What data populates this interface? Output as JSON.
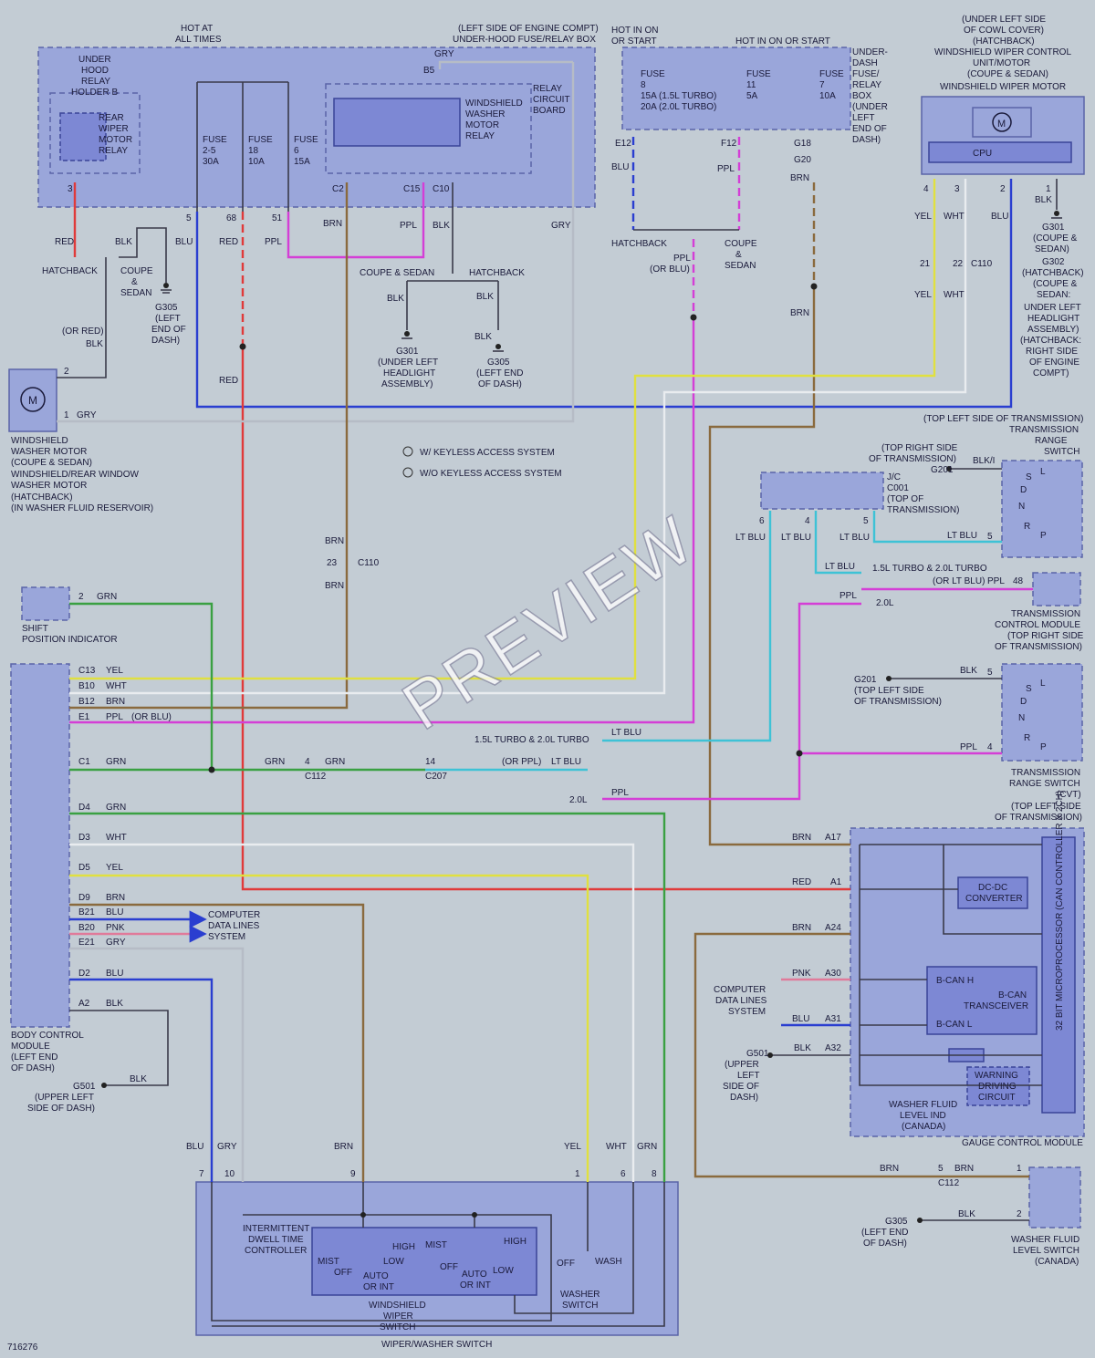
{
  "watermark": "PREVIEW",
  "diagram_id": "716276",
  "colors": {
    "RED": "#e03a3a",
    "BLK": "#3a3a4a",
    "BLU": "#2a3ed0",
    "GRY": "#b6bcc6",
    "PPL": "#d43ed6",
    "BRN": "#8a6a3e",
    "YEL": "#e0e040",
    "WHT": "#e9ecef",
    "GRN": "#3aa042",
    "LTBLU": "#3ec2d6",
    "PNK": "#e07a9a"
  },
  "labels": {
    "hot_at_all_times": "HOT AT",
    "hot_at_all_times_2": "ALL TIMES",
    "hot_in_on_or_start_1": "HOT IN ON",
    "hot_in_on_or_start_1b": "OR START",
    "hot_in_on_or_start_2": "HOT IN ON OR START",
    "under_hood_box_1": "(LEFT SIDE OF ENGINE COMPT)",
    "under_hood_box_2": "UNDER-HOOD FUSE/RELAY BOX",
    "relay_holder_1": "UNDER",
    "relay_holder_2": "HOOD",
    "relay_holder_3": "RELAY",
    "relay_holder_4": "HOLDER B",
    "rear_relay_1": "REAR",
    "rear_relay_2": "WIPER",
    "rear_relay_3": "MOTOR",
    "rear_relay_4": "RELAY",
    "relay_board_1": "RELAY",
    "relay_board_2": "CIRCUIT",
    "relay_board_3": "BOARD",
    "washer_relay_1": "WINDSHIELD",
    "washer_relay_2": "WASHER",
    "washer_relay_3": "MOTOR",
    "washer_relay_4": "RELAY",
    "fuse_2_5": "FUSE",
    "fuse_2_5b": "2-5",
    "fuse_2_5c": "30A",
    "fuse_18": "FUSE",
    "fuse_18b": "18",
    "fuse_18c": "10A",
    "fuse_6": "FUSE",
    "fuse_6b": "6",
    "fuse_6c": "15A",
    "fuse_8": "FUSE",
    "fuse_8b": "8",
    "fuse_8c": "15A  (1.5L TURBO)",
    "fuse_8d": "20A  (2.0L TURBO)",
    "fuse_11": "FUSE",
    "fuse_11b": "11",
    "fuse_11c": "5A",
    "fuse_7": "FUSE",
    "fuse_7b": "7",
    "fuse_7c": "10A",
    "underdash_1": "UNDER-",
    "underdash_2": "DASH",
    "underdash_3": "FUSE/",
    "underdash_4": "RELAY",
    "underdash_5": "BOX",
    "underdash_6": "(UNDER",
    "underdash_7": "LEFT",
    "underdash_8": "END OF",
    "underdash_9": "DASH)",
    "wiper_unit_1": "(UNDER LEFT SIDE",
    "wiper_unit_2": "OF COWL COVER)",
    "wiper_unit_3": "(HATCHBACK)",
    "wiper_unit_4": "WINDSHIELD WIPER CONTROL",
    "wiper_unit_5": "UNIT/MOTOR",
    "wiper_unit_6": "(COUPE & SEDAN)",
    "wiper_unit_7": "WINDSHIELD WIPER MOTOR",
    "cpu": "CPU",
    "g301_right_1": "G301",
    "g301_right_2": "(COUPE &",
    "g301_right_3": "SEDAN)",
    "g302_1": "G302",
    "g302_2": "(HATCHBACK)",
    "g302_3": "(COUPE &",
    "g302_4": "SEDAN:",
    "g302_5": "UNDER LEFT",
    "g302_6": "HEADLIGHT",
    "g302_7": "ASSEMBLY)",
    "g302_8": "(HATCHBACK:",
    "g302_9": "RIGHT SIDE",
    "g302_10": "OF ENGINE",
    "g302_11": "COMPT)",
    "hatchback": "HATCHBACK",
    "coupe_sedan": "COUPE",
    "coupe_sedan_amp": "&",
    "sedan": "SEDAN",
    "coupe_and_sedan": "COUPE & SEDAN",
    "g305_left_1": "G305",
    "g305_left_2": "(LEFT",
    "g305_left_3": "END OF",
    "g305_left_4": "DASH)",
    "or_red": "(OR RED)",
    "or_blu": "(OR BLU)",
    "g301_mid_1": "G301",
    "g301_mid_2": "(UNDER LEFT",
    "g301_mid_3": "HEADLIGHT",
    "g301_mid_4": "ASSEMBLY)",
    "g305_mid_1": "G305",
    "g305_mid_2": "(LEFT END",
    "g305_mid_3": "OF DASH)",
    "washer_motor_1": "WINDSHIELD",
    "washer_motor_2": "WASHER MOTOR",
    "washer_motor_3": "(COUPE & SEDAN)",
    "washer_motor_4": "WINDSHIELD/REAR WINDOW",
    "washer_motor_5": "WASHER MOTOR",
    "washer_motor_6": "(HATCHBACK)",
    "washer_motor_7": "(IN WASHER FLUID RESERVOIR)",
    "legend_1": "W/ KEYLESS ACCESS SYSTEM",
    "legend_2": "W/O KEYLESS ACCESS SYSTEM",
    "trs_top_1": "(TOP LEFT SIDE OF TRANSMISSION)",
    "trs_top_2": "TRANSMISSION",
    "trs_top_3": "RANGE",
    "trs_top_4": "SWITCH",
    "jc_top_1": "(TOP RIGHT SIDE",
    "jc_top_2": "OF TRANSMISSION)",
    "g201_top": "G201",
    "jc_1": "J/C",
    "jc_2": "C001",
    "jc_3": "(TOP OF",
    "jc_4": "TRANSMISSION)",
    "turbo_both": "1.5L TURBO & 2.0L TURBO",
    "or_lt_blu": "(OR LT BLU)",
    "two_l": "2.0L",
    "tcm_1": "TRANSMISSION",
    "tcm_2": "CONTROL MODULE",
    "tcm_3": "(TOP RIGHT SIDE",
    "tcm_4": "OF TRANSMISSION)",
    "g201_mid_1": "G201",
    "g201_mid_2": "(TOP LEFT SIDE",
    "g201_mid_3": "OF TRANSMISSION)",
    "trs_cvt_1": "TRANSMISSION",
    "trs_cvt_2": "RANGE SWITCH",
    "trs_cvt_3": "(CVT)",
    "trs_cvt_4": "(TOP LEFT SIDE",
    "trs_cvt_5": "OF TRANSMISSION)",
    "shift_1": "SHIFT",
    "shift_2": "POSITION INDICATOR",
    "or_ppl": "(OR PPL)",
    "bcm_1": "BODY CONTROL",
    "bcm_2": "MODULE",
    "bcm_3": "(LEFT END",
    "bcm_4": "OF DASH)",
    "cds_1": "COMPUTER",
    "cds_2": "DATA LINES",
    "cds_3": "SYSTEM",
    "g501_left_1": "G501",
    "g501_left_2": "(UPPER LEFT",
    "g501_left_3": "SIDE OF DASH)",
    "dcdc_1": "DC-DC",
    "dcdc_2": "CONVERTER",
    "bcan_h": "B-CAN H",
    "bcan_l": "B-CAN L",
    "bcan_t1": "B-CAN",
    "bcan_t2": "TRANSCEIVER",
    "micro": "32 BIT MICROPROCESSOR (CAN CONTROLLER X 2CH)",
    "warn_1": "WARNING",
    "warn_2": "DRIVING",
    "warn_3": "CIRCUIT",
    "wfl_1": "WASHER FLUID",
    "wfl_2": "LEVEL IND",
    "wfl_3": "(CANADA)",
    "gauge": "GAUGE CONTROL MODULE",
    "g501_right_1": "G501",
    "g501_right_2": "(UPPER",
    "g501_right_3": "LEFT",
    "g501_right_4": "SIDE OF",
    "g501_right_5": "DASH)",
    "g305_right_1": "G305",
    "g305_right_2": "(LEFT END",
    "g305_right_3": "OF DASH)",
    "wfls_1": "WASHER FLUID",
    "wfls_2": "LEVEL SWITCH",
    "wfls_3": "(CANADA)",
    "idc_1": "INTERMITTENT",
    "idc_2": "DWELL TIME",
    "idc_3": "CONTROLLER",
    "mist": "MIST",
    "off": "OFF",
    "high": "HIGH",
    "low": "LOW",
    "auto": "AUTO",
    "orint": "OR INT",
    "wash": "WASH",
    "wws_1": "WINDSHIELD",
    "wws_2": "WIPER",
    "wws_3": "SWITCH",
    "ws_1": "WASHER",
    "ws_2": "SWITCH",
    "wiper_washer_switch": "WIPER/WASHER SWITCH"
  },
  "wire_labels": {
    "gry": "GRY",
    "red": "RED",
    "blk": "BLK",
    "blu": "BLU",
    "ppl": "PPL",
    "brn": "BRN",
    "yel": "YEL",
    "wht": "WHT",
    "grn": "GRN",
    "ltblu": "LT BLU",
    "pnk": "PNK",
    "blkl": "BLK/I"
  },
  "connectors": {
    "b5": "B5",
    "c2": "C2",
    "c15": "C15",
    "c10": "C10",
    "e12": "E12",
    "f12": "F12",
    "g18": "G18",
    "g20": "G20",
    "c110": "C110",
    "c112": "C112",
    "c207": "C207",
    "c13": "C13",
    "b10": "B10",
    "b12": "B12",
    "e1": "E1",
    "c1": "C1",
    "d4": "D4",
    "d3": "D3",
    "d5": "D5",
    "d9": "D9",
    "b21": "B21",
    "b20": "B20",
    "e21": "E21",
    "d2": "D2",
    "a2": "A2",
    "a17": "A17",
    "a1": "A1",
    "a24": "A24",
    "a30": "A30",
    "a31": "A31",
    "a32": "A32"
  },
  "pins": {
    "p1": "1",
    "p2": "2",
    "p3": "3",
    "p4": "4",
    "p5": "5",
    "p6": "6",
    "p7": "7",
    "p8": "8",
    "p9": "9",
    "p10": "10",
    "p14": "14",
    "p21": "21",
    "p22": "22",
    "p23": "23",
    "p48": "48",
    "p51": "51",
    "p68": "68"
  },
  "switch_letters": {
    "s": "S",
    "l": "L",
    "d": "D",
    "n": "N",
    "r": "R",
    "p": "P"
  },
  "motor": "M"
}
